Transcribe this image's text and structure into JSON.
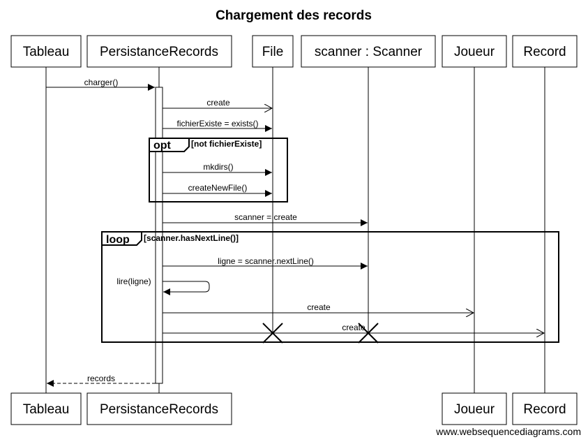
{
  "title": "Chargement des records",
  "participants": {
    "tableau": "Tableau",
    "persistance": "PersistanceRecords",
    "file": "File",
    "scanner": "scanner : Scanner",
    "joueur": "Joueur",
    "record": "Record"
  },
  "messages": {
    "m1": "charger()",
    "m2": "create",
    "m3": "fichierExiste = exists()",
    "m4": "mkdirs()",
    "m5": "createNewFile()",
    "m6": "scanner = create",
    "m7": "ligne = scanner.nextLine()",
    "m8": "lire(ligne)",
    "m9": "create",
    "m10": "create",
    "m11": "records"
  },
  "fragments": {
    "opt": {
      "keyword": "opt",
      "guard": "[not fichierExiste]"
    },
    "loop": {
      "keyword": "loop",
      "guard": "[scanner.hasNextLine()]"
    }
  },
  "watermark": "www.websequencediagrams.com"
}
